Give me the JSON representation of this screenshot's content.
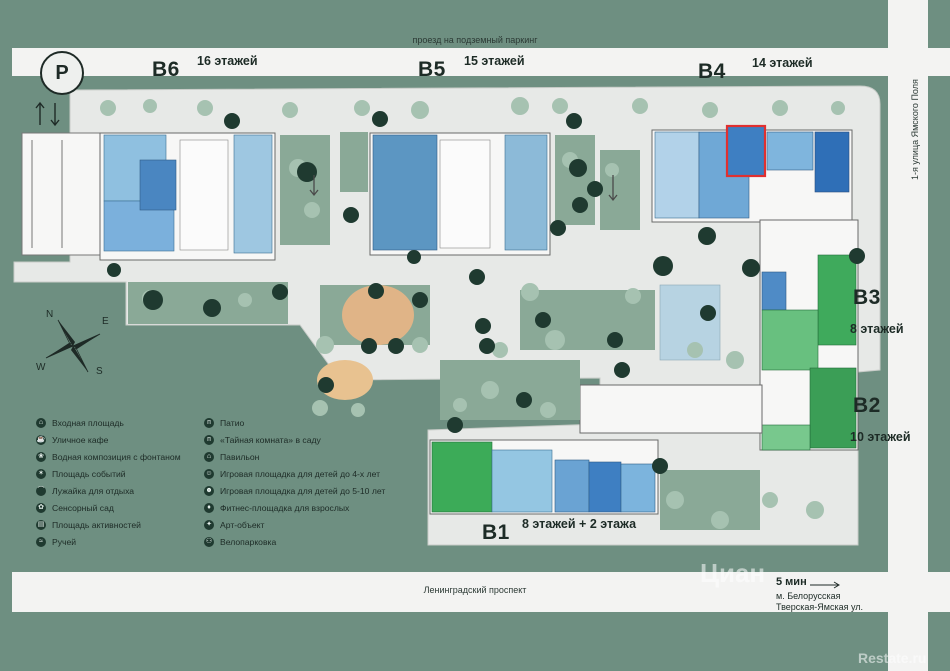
{
  "parking": {
    "symbol": "P"
  },
  "roads": {
    "top_passage": "проезд на подземный паркинг",
    "bottom_avenue": "Ленинградский проспект",
    "right_street": "1-я улица Ямского Поля"
  },
  "buildings": [
    {
      "id": "B6",
      "floors": "16 этажей"
    },
    {
      "id": "B5",
      "floors": "15 этажей"
    },
    {
      "id": "B4",
      "floors": "14 этажей"
    },
    {
      "id": "B3",
      "floors": "8 этажей"
    },
    {
      "id": "B2",
      "floors": "10 этажей"
    },
    {
      "id": "B1",
      "floors": "8 этажей + 2 этажа"
    }
  ],
  "compass": {
    "n": "N",
    "e": "E",
    "s": "S",
    "w": "W"
  },
  "legend": {
    "left": [
      {
        "icon": "entrance-plaza-icon",
        "glyph": "⌂",
        "label": "Входная площадь"
      },
      {
        "icon": "street-cafe-icon",
        "glyph": "☕",
        "label": "Уличное кафе"
      },
      {
        "icon": "fountain-icon",
        "glyph": "❀",
        "label": "Водная композиция с фонтаном"
      },
      {
        "icon": "events-square-icon",
        "glyph": "✶",
        "label": "Площадь событий"
      },
      {
        "icon": "lawn-icon",
        "glyph": "⌒",
        "label": "Лужайка для отдыха"
      },
      {
        "icon": "sensory-garden-icon",
        "glyph": "✿",
        "label": "Сенсорный сад"
      },
      {
        "icon": "activity-square-icon",
        "glyph": "▤",
        "label": "Площадь активностей"
      },
      {
        "icon": "stream-icon",
        "glyph": "≈",
        "label": "Ручей"
      }
    ],
    "right": [
      {
        "icon": "patio-icon",
        "glyph": "п",
        "label": "Патио"
      },
      {
        "icon": "secret-room-icon",
        "glyph": "п",
        "label": "«Тайная комната» в саду"
      },
      {
        "icon": "pavilion-icon",
        "glyph": "⌂",
        "label": "Павильон"
      },
      {
        "icon": "playground-small-icon",
        "glyph": "☺",
        "label": "Игровая площадка для детей до 4-х лет"
      },
      {
        "icon": "playground-big-icon",
        "glyph": "☻",
        "label": "Игровая площадка для детей до 5-10 лет"
      },
      {
        "icon": "fitness-icon",
        "glyph": "♦",
        "label": "Фитнес-площадка для взрослых"
      },
      {
        "icon": "art-object-icon",
        "glyph": "✦",
        "label": "Арт-объект"
      },
      {
        "icon": "bike-parking-icon",
        "glyph": "⚇",
        "label": "Велопарковка"
      }
    ]
  },
  "metro": {
    "time": "5 мин",
    "station": "м. Белорусская",
    "street": "Тверская-Ямская ул."
  },
  "watermarks": {
    "center": "Циан",
    "corner": "Restate.ru"
  },
  "colors": {
    "background": "#6e8f81",
    "plaza": "#e7e9e7",
    "road": "#f3f3f2",
    "apartment_blue": "#5a9ccf",
    "apartment_green": "#3faa5c",
    "highlight": "#e03030"
  }
}
